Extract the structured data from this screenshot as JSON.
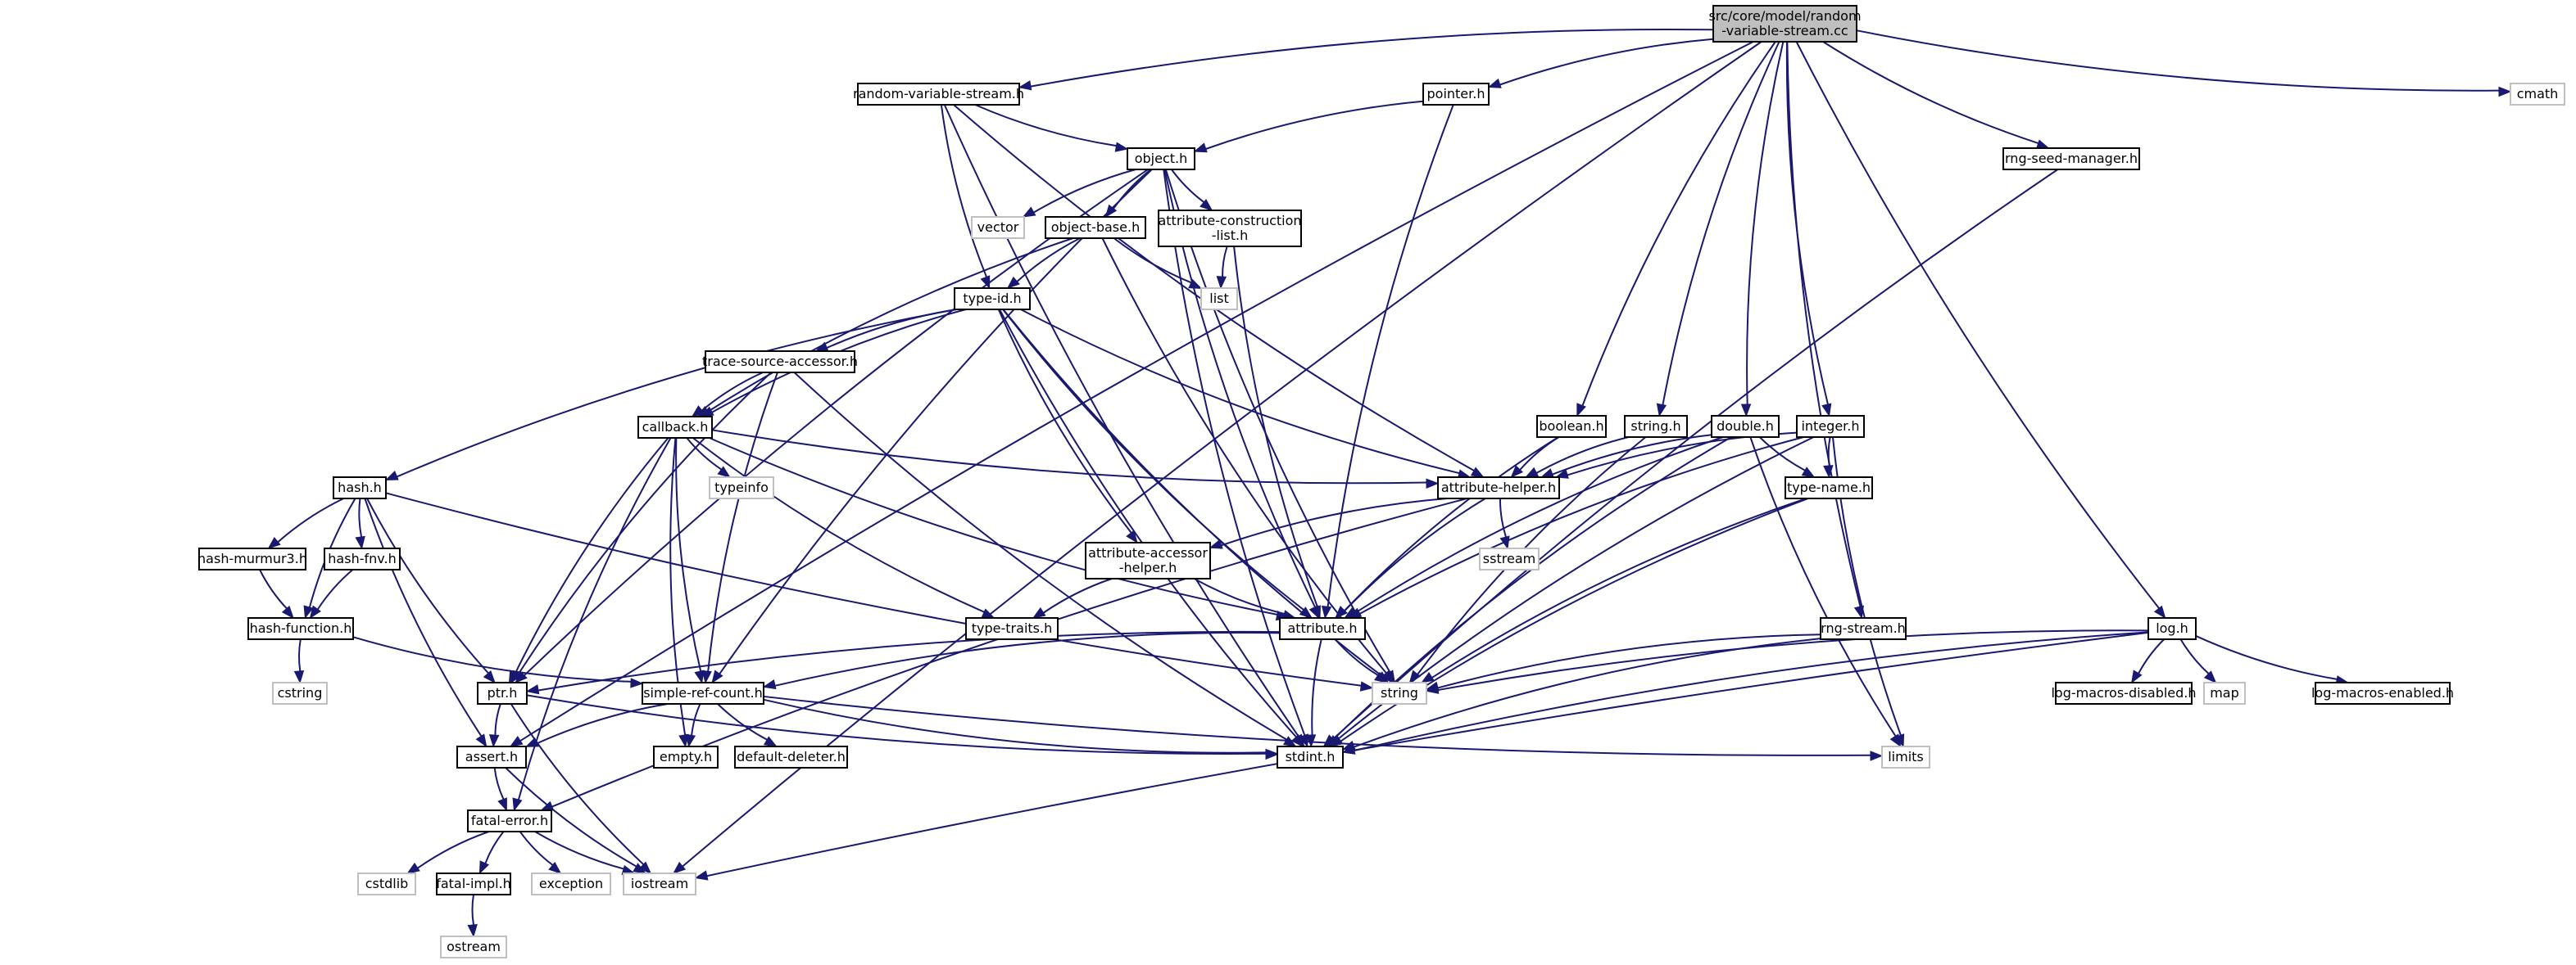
{
  "nodes": {
    "root": [
      "src/core/model/random",
      "-variable-stream.cc"
    ],
    "rvs": [
      "random-variable-stream.h"
    ],
    "pointer": [
      "pointer.h"
    ],
    "cmath": [
      "cmath"
    ],
    "rngseed": [
      "rng-seed-manager.h"
    ],
    "object": [
      "object.h"
    ],
    "vector": [
      "vector"
    ],
    "objbase": [
      "object-base.h"
    ],
    "attrcons": [
      "attribute-construction",
      "-list.h"
    ],
    "list": [
      "list"
    ],
    "typeid": [
      "type-id.h"
    ],
    "tsa": [
      "trace-source-accessor.h"
    ],
    "callback": [
      "callback.h"
    ],
    "typeinfo": [
      "typeinfo"
    ],
    "hash": [
      "hash.h"
    ],
    "hashmur": [
      "hash-murmur3.h"
    ],
    "hashfnv": [
      "hash-fnv.h"
    ],
    "hashfunc": [
      "hash-function.h"
    ],
    "cstring": [
      "cstring"
    ],
    "ptr": [
      "ptr.h"
    ],
    "src": [
      "simple-ref-count.h"
    ],
    "assert": [
      "assert.h"
    ],
    "empty": [
      "empty.h"
    ],
    "defdel": [
      "default-deleter.h"
    ],
    "fatalerr": [
      "fatal-error.h"
    ],
    "cstdlib": [
      "cstdlib"
    ],
    "fatalimpl": [
      "fatal-impl.h"
    ],
    "exception": [
      "exception"
    ],
    "iostream": [
      "iostream"
    ],
    "ostream": [
      "ostream"
    ],
    "boolean": [
      "boolean.h"
    ],
    "stringh": [
      "string.h"
    ],
    "double": [
      "double.h"
    ],
    "integer": [
      "integer.h"
    ],
    "attrhelper": [
      "attribute-helper.h"
    ],
    "sstream": [
      "sstream"
    ],
    "typename": [
      "type-name.h"
    ],
    "attracc": [
      "attribute-accessor",
      "-helper.h"
    ],
    "typetraits": [
      "type-traits.h"
    ],
    "attribute": [
      "attribute.h"
    ],
    "string": [
      "string"
    ],
    "stdint": [
      "stdint.h"
    ],
    "rngstream": [
      "rng-stream.h"
    ],
    "limits": [
      "limits"
    ],
    "log": [
      "log.h"
    ],
    "logdis": [
      "log-macros-disabled.h"
    ],
    "map": [
      "map"
    ],
    "logen": [
      "log-macros-enabled.h"
    ]
  }
}
